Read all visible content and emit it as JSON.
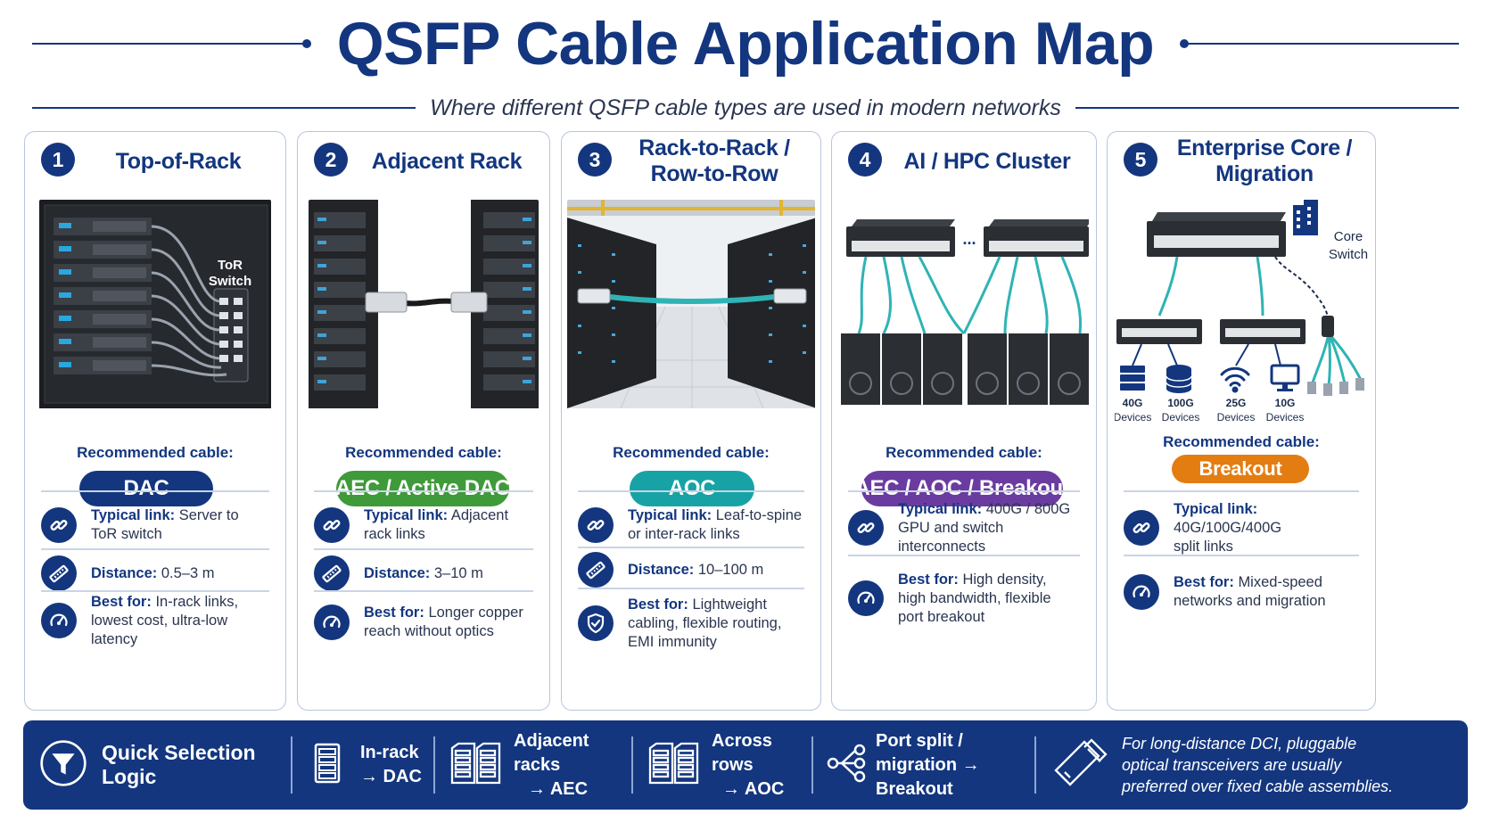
{
  "header": {
    "title": "QSFP Cable Application Map",
    "subtitle": "Where different QSFP cable types are used in modern networks"
  },
  "cards": [
    {
      "number": "1",
      "title_line1": "Top-of-Rack",
      "title_line2": "",
      "recommended_label": "Recommended cable:",
      "cable": "DAC",
      "cable_color": "#13367f",
      "illustration_label_1": "ToR",
      "illustration_label_2": "Switch",
      "rows": [
        {
          "label": "Typical link:",
          "text_1": "Server to",
          "text_2": "ToR switch",
          "text_3": "",
          "icon": "link-icon"
        },
        {
          "label": "Distance:",
          "text_1": "0.5–3 m",
          "text_2": "",
          "text_3": "",
          "icon": "ruler-icon"
        },
        {
          "label": "Best for:",
          "text_1": "In-rack links,",
          "text_2": "lowest cost, ultra-low latency",
          "text_3": "",
          "icon": "gauge-icon"
        }
      ]
    },
    {
      "number": "2",
      "title_line1": "Adjacent Rack",
      "title_line2": "",
      "recommended_label": "Recommended cable:",
      "cable": "AEC / Active DAC",
      "cable_color": "#3f9a3a",
      "rows": [
        {
          "label": "Typical link:",
          "text_1": "Adjacent",
          "text_2": "rack links",
          "text_3": "",
          "icon": "link-icon"
        },
        {
          "label": "Distance:",
          "text_1": "3–10 m",
          "text_2": "",
          "text_3": "",
          "icon": "ruler-icon"
        },
        {
          "label": "Best for:",
          "text_1": "Longer copper",
          "text_2": "reach without optics",
          "text_3": "",
          "icon": "gauge-icon"
        }
      ]
    },
    {
      "number": "3",
      "title_line1": "Rack-to-Rack /",
      "title_line2": "Row-to-Row",
      "recommended_label": "Recommended cable:",
      "cable": "AOC",
      "cable_color": "#17a3a6",
      "rows": [
        {
          "label": "Typical link:",
          "text_1": "Leaf-to-spine",
          "text_2": "or inter-rack links",
          "text_3": "",
          "icon": "link-icon"
        },
        {
          "label": "Distance:",
          "text_1": "10–100 m",
          "text_2": "",
          "text_3": "",
          "icon": "ruler-icon"
        },
        {
          "label": "Best for:",
          "text_1": "Lightweight",
          "text_2": "cabling, flexible routing,",
          "text_3": "EMI immunity",
          "icon": "shield-icon"
        }
      ]
    },
    {
      "number": "4",
      "title_line1": "AI / HPC Cluster",
      "title_line2": "",
      "recommended_label": "Recommended cable:",
      "cable": "AEC / AOC / Breakout",
      "cable_color": "#6a3ca0",
      "illustration_label_1": "...",
      "rows": [
        {
          "label": "Typical link:",
          "text_1": "400G / 800G",
          "text_2": "GPU and switch interconnects",
          "text_3": "",
          "icon": "link-icon"
        },
        {
          "label": "Best for:",
          "text_1": "High density,",
          "text_2": "high bandwidth, flexible",
          "text_3": "port breakout",
          "icon": "gauge-icon"
        }
      ]
    },
    {
      "number": "5",
      "title_line1": "Enterprise Core /",
      "title_line2": "Migration",
      "recommended_label": "Recommended cable:",
      "cable": "Breakout",
      "cable_color": "#e37d12",
      "illustration_label_1": "Core",
      "illustration_label_2": "Switch",
      "devices": [
        {
          "speed": "40G",
          "label": "Devices",
          "icon": "server-icon"
        },
        {
          "speed": "100G",
          "label": "Devices",
          "icon": "storage-icon"
        },
        {
          "speed": "25G",
          "label": "Devices",
          "icon": "wifi-icon"
        },
        {
          "speed": "10G",
          "label": "Devices",
          "icon": "monitor-icon"
        }
      ],
      "rows": [
        {
          "label": "Typical link:",
          "text_1": "40G/100G/400G",
          "text_2": "split links",
          "text_3": "",
          "icon": "link-icon"
        },
        {
          "label": "Best for:",
          "text_1": "Mixed-speed",
          "text_2": "networks and migration",
          "text_3": "",
          "icon": "gauge-icon"
        }
      ]
    }
  ],
  "quick": {
    "title": "Quick Selection Logic",
    "items": [
      {
        "line1": "In-rack",
        "line2": "→ DAC",
        "icon": "rack-icon"
      },
      {
        "line1": "Adjacent racks",
        "line2": "→ AEC",
        "icon": "double-rack-icon"
      },
      {
        "line1": "Across rows",
        "line2": "→ AOC",
        "icon": "double-rack-icon"
      },
      {
        "line1": "Port split /",
        "line2": "migration → Breakout",
        "icon": "split-icon"
      }
    ],
    "note_1": "For long-distance DCI, pluggable",
    "note_2": "optical transceivers are usually",
    "note_3": "preferred over fixed cable assemblies."
  },
  "colors": {
    "navy": "#13367f",
    "border": "#b6c6df",
    "teal": "#2fb3b5"
  }
}
